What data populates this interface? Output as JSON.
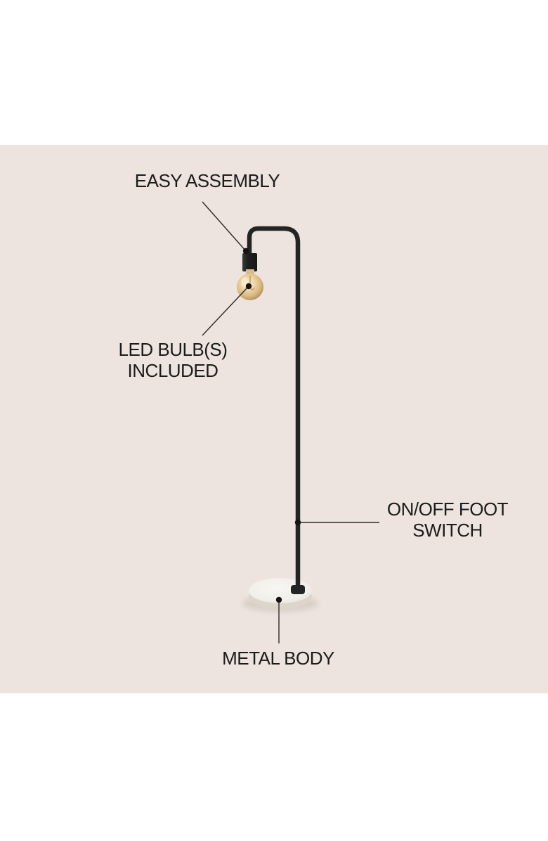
{
  "scene": {
    "title": "Floor lamp feature diagram",
    "background": "#FFFFFF",
    "panel_background": "#EDE4DF"
  },
  "colors": {
    "frame": "#242424",
    "socket": "#222222",
    "leader_line": "#2B2B2B",
    "callout_dot": "#151515",
    "text": "#1B1B1B",
    "bulb_glass": "#E5C795",
    "base_top": "#F4F2ED",
    "base_side": "#DCD6CA",
    "base_shadow": "#C9BDB4"
  },
  "labels": {
    "easy_assembly": "EASY ASSEMBLY",
    "led_bulb_line1": "LED BULB(S)",
    "led_bulb_line2": "INCLUDED",
    "foot_switch_line1": "ON/OFF FOOT",
    "foot_switch_line2": "SWITCH",
    "metal_body": "METAL BODY"
  }
}
